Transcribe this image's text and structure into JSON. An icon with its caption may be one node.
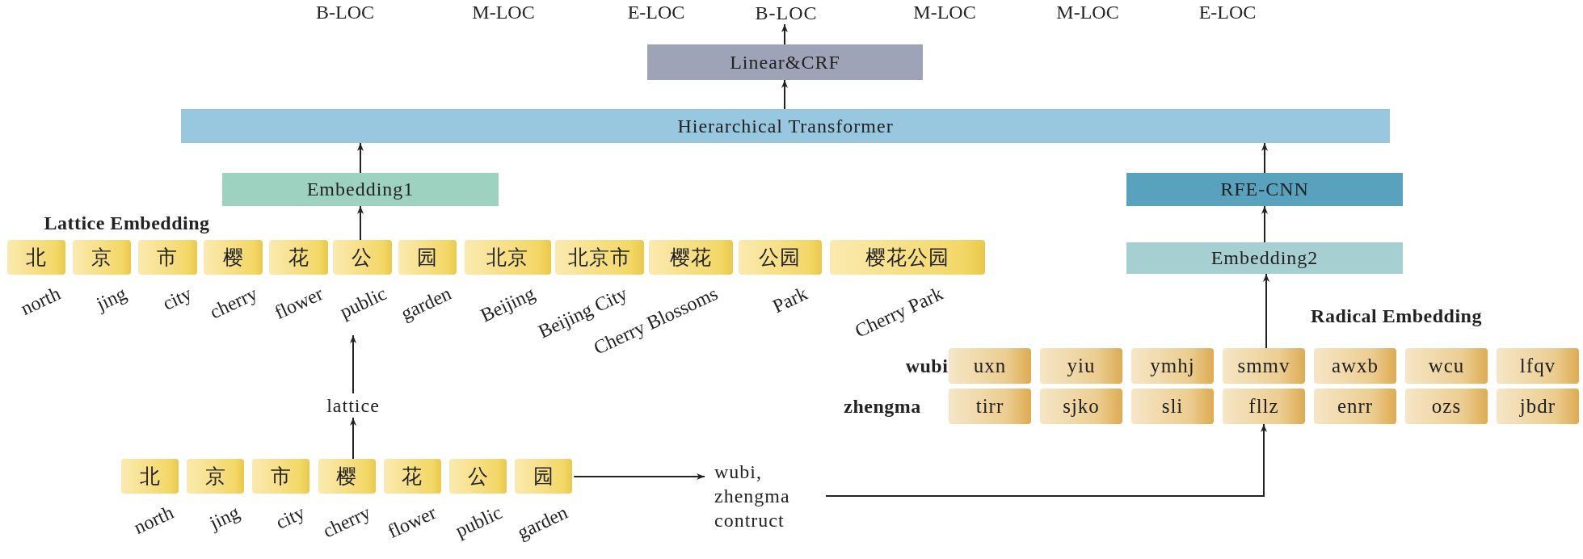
{
  "diagram": {
    "nodes": [
      {
        "text": [
          "B-LOC"
        ]
      },
      {
        "text": [
          "Linear&CRF"
        ]
      },
      {
        "text": [
          "Hierarchical Transformer"
        ]
      },
      {
        "text": [
          "Embedding1"
        ]
      },
      {
        "text": [
          "RFE-CNN"
        ]
      },
      {
        "text": [
          "Embedding2"
        ]
      },
      {
        "text": [
          "北"
        ],
        "beside": [
          "north"
        ]
      },
      {
        "text": [
          "京"
        ],
        "beside": [
          "jing"
        ]
      },
      {
        "text": [
          "市"
        ],
        "beside": [
          "city"
        ]
      },
      {
        "text": [
          "樱"
        ],
        "beside": [
          "cherry"
        ]
      },
      {
        "text": [
          "花"
        ],
        "beside": [
          "flower"
        ]
      },
      {
        "text": [
          "公"
        ],
        "beside": [
          "public"
        ]
      },
      {
        "text": [
          "园"
        ],
        "beside": [
          "garden"
        ]
      },
      {
        "text": [
          "北京"
        ],
        "beside": [
          "Beijing"
        ]
      },
      {
        "text": [
          "北京市"
        ],
        "beside": [
          "Beijing City"
        ]
      },
      {
        "text": [
          "樱花"
        ],
        "beside": [
          "Cherry Blossoms"
        ]
      },
      {
        "text": [
          "公园"
        ],
        "beside": [
          "Park"
        ]
      },
      {
        "text": [
          "樱花公园"
        ],
        "beside": [
          "Cherry Park"
        ]
      },
      {
        "text": [
          "uxn"
        ]
      },
      {
        "text": [
          "yiu"
        ]
      },
      {
        "text": [
          "ymhj"
        ]
      },
      {
        "text": [
          "smmv"
        ]
      },
      {
        "text": [
          "awxb"
        ]
      },
      {
        "text": [
          "wcu"
        ]
      },
      {
        "text": [
          "lfqv"
        ]
      },
      {
        "text": [
          "tirr"
        ]
      },
      {
        "text": [
          "sjko"
        ]
      },
      {
        "text": [
          "sli"
        ]
      },
      {
        "text": [
          "fllz"
        ]
      },
      {
        "text": [
          "enrr"
        ]
      },
      {
        "text": [
          "ozs"
        ]
      },
      {
        "text": [
          "jbdr"
        ]
      },
      {
        "text": [
          "lattice"
        ]
      },
      {
        "text": [
          "北"
        ],
        "beside": [
          "north"
        ]
      },
      {
        "text": [
          "京"
        ],
        "beside": [
          "jing"
        ]
      },
      {
        "text": [
          "市"
        ],
        "beside": [
          "city"
        ]
      },
      {
        "text": [
          "樱"
        ],
        "beside": [
          "cherry"
        ]
      },
      {
        "text": [
          "花"
        ],
        "beside": [
          "flower"
        ]
      },
      {
        "text": [
          "公"
        ],
        "beside": [
          "public"
        ]
      },
      {
        "text": [
          "园"
        ],
        "beside": [
          "garden"
        ]
      },
      {
        "text": [
          "wubi, zhengma contruct"
        ]
      }
    ],
    "edges": [
      {
        "from": 1,
        "to": 0,
        "arrow": "to"
      },
      {
        "from": 2,
        "to": 1,
        "arrow": "to"
      },
      {
        "from": 3,
        "to": 2,
        "arrow": "to"
      },
      {
        "from": 4,
        "to": 2,
        "arrow": "to"
      },
      {
        "from": 5,
        "to": 4,
        "arrow": "to"
      },
      {
        "from": 11,
        "to": 3,
        "arrow": "to"
      },
      {
        "from": 21,
        "to": 5,
        "arrow": "to"
      },
      {
        "from": 36,
        "to": 32,
        "arrow": "to"
      },
      {
        "from": 32,
        "to": 11,
        "arrow": "to"
      },
      {
        "from": 39,
        "to": 40,
        "arrow": "to"
      },
      {
        "from": 40,
        "to": 28,
        "arrow": "to"
      }
    ],
    "labels": [
      "B-LOC",
      "M-LOC",
      "E-LOC",
      "M-LOC",
      "M-LOC",
      "E-LOC",
      "Lattice Embedding",
      "Radical Embedding",
      "wubi",
      "zhengma"
    ]
  }
}
